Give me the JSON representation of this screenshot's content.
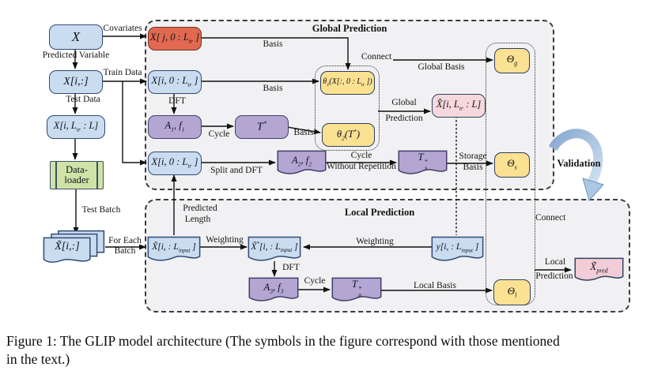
{
  "figure": {
    "caption": [
      "Figure 1: The GLIP model architecture (The symbols in the figure correspond with those mentioned",
      "in the text.)"
    ]
  },
  "panels": {
    "global": {
      "title": "Global Prediction"
    },
    "local": {
      "title": "Local Prediction"
    }
  },
  "nodes": {
    "x": {
      "label": "X"
    },
    "x_cov": {
      "label": "X[ j, 0 : L<sub>tr</sub> ]"
    },
    "x_i": {
      "label": "X[i,:]"
    },
    "x_train": {
      "label": "X[i, 0 : L<sub>tr</sub> ]"
    },
    "x_test": {
      "label": "X[i, L<sub>tr</sub> : L]"
    },
    "a1f1": {
      "label": "A<sub>1</sub>, f<sub>1</sub>"
    },
    "t_star": {
      "label": "T<sup>*</sup>"
    },
    "theta1": {
      "label": "θ<sub>1</sub>(X[:, 0 : L<sub>tr</sub> ])"
    },
    "theta2": {
      "label": "θ<sub>2</sub>(T<sup>*</sup>)"
    },
    "x_hat": {
      "label": "X̂[i, L<sub>tr</sub> : L]"
    },
    "theta_g": {
      "label": "Θ<sub>g</sub>"
    },
    "x_train2": {
      "label": "X[i, 0 : L<sub>tr</sub> ]"
    },
    "a2f2": {
      "label": "A<sub>2</sub>, f<sub>2</sub>"
    },
    "ts_star": {
      "label": "T<span class='stk'><span>*</span><span>s</span></span>"
    },
    "theta_s": {
      "label": "Θ<sub>s</sub>"
    },
    "dataloader": {
      "label": "Data-<br>loader"
    },
    "x_batch": {
      "label": "X̃[i,:]"
    },
    "x_input": {
      "label": "X̃[i, : L<sub>input</sub> ]"
    },
    "x_star_input": {
      "label": "X̃<sup>*</sup>[i, : L<sub>input</sub> ]"
    },
    "y_input": {
      "label": "y[i, : L<sub>input</sub> ]"
    },
    "a3f3": {
      "label": "A<sub>3</sub>, f<sub>3</sub>"
    },
    "tp_star": {
      "label": "T<span class='stk'><span>*</span><span>p</span></span>"
    },
    "theta_l": {
      "label": "Θ<sub>l</sub>"
    },
    "x_pred": {
      "label": "X̃<sub>pred</sub>"
    }
  },
  "edge_labels": {
    "covariates": "Covariates",
    "predicted_variable": "Predicted Variable",
    "train_data": "Train Data",
    "test_data": "Test Data",
    "basis_top": "Basis",
    "basis_mid": "Basis",
    "dft_global": "DFT",
    "cycle_global": "Cycle",
    "basis_t": "Basis",
    "connect_top": "Connect",
    "global_basis": "Global Basis",
    "global_pred_1": "Global",
    "global_pred_2": "Prediction",
    "split_dft": "Split and DFT",
    "cycle_wr_1": "Cycle",
    "cycle_wr_2": "Without Repetition",
    "storage_1": "Storage",
    "storage_2": "Basis",
    "validation": "Validation",
    "test_batch": "Test Batch",
    "for_each_1": "For Each",
    "for_each_2": "Batch",
    "predicted_length_1": "Predicted",
    "predicted_length_2": "Length",
    "weighting_left": "Weighting",
    "weighting_right": "Weighting",
    "dft_local": "DFT",
    "cycle_local": "Cycle",
    "local_basis": "Local Basis",
    "connect_local": "Connect",
    "local_pred_1": "Local",
    "local_pred_2": "Prediction"
  },
  "colors": {
    "panel_bg": "#f1f1f3",
    "blue_fill": "#cadcf0",
    "blue_stroke": "#2f4a74",
    "red_fill": "#e0694f",
    "red_stroke": "#71302a",
    "purple_fill": "#b3a6d3",
    "purple_stroke": "#463d6b",
    "yellow_fill": "#fbe192",
    "yellow_stroke": "#2f3d5c",
    "pink_fill": "#f6d7dc",
    "pink_stroke": "#31435f",
    "green_fill": "#cfe3a8",
    "green_stroke": "#3d5166",
    "validation_arrow": "#9db9da"
  }
}
